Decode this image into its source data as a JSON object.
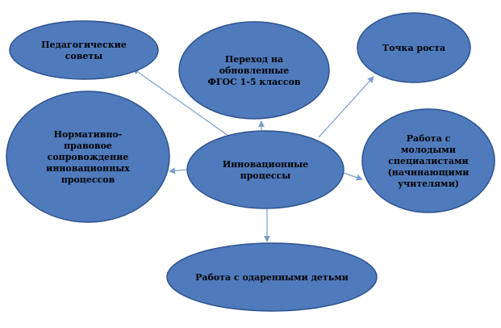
{
  "colors": {
    "fill": "#4f7bbd",
    "stroke": "#2f528f",
    "arrow": "#7a9fd0",
    "text": "#000000"
  },
  "center": {
    "id": "center",
    "lines": [
      "Инновационные",
      "процессы"
    ]
  },
  "nodes": [
    {
      "id": "ped-council",
      "lines": [
        "Педагогические",
        "советы"
      ]
    },
    {
      "id": "fgos",
      "lines": [
        "Переход на",
        "обновленные",
        "ФГОС 1-5 классов"
      ]
    },
    {
      "id": "growth-point",
      "lines": [
        "Точка роста"
      ]
    },
    {
      "id": "legal-support",
      "lines": [
        "Нормативно-",
        "правовое",
        "сопровождение",
        "инновационных",
        "процессов"
      ]
    },
    {
      "id": "young-teachers",
      "lines": [
        "Работа с",
        "молодыми",
        "специалистами",
        "(начинающими",
        "учителями)"
      ]
    },
    {
      "id": "gifted",
      "lines": [
        "Работа с одаренными детьми"
      ]
    }
  ],
  "edges": [
    {
      "from": "center",
      "to": "ped-council"
    },
    {
      "from": "center",
      "to": "fgos"
    },
    {
      "from": "center",
      "to": "growth-point"
    },
    {
      "from": "center",
      "to": "legal-support"
    },
    {
      "from": "center",
      "to": "young-teachers"
    },
    {
      "from": "center",
      "to": "gifted"
    }
  ]
}
